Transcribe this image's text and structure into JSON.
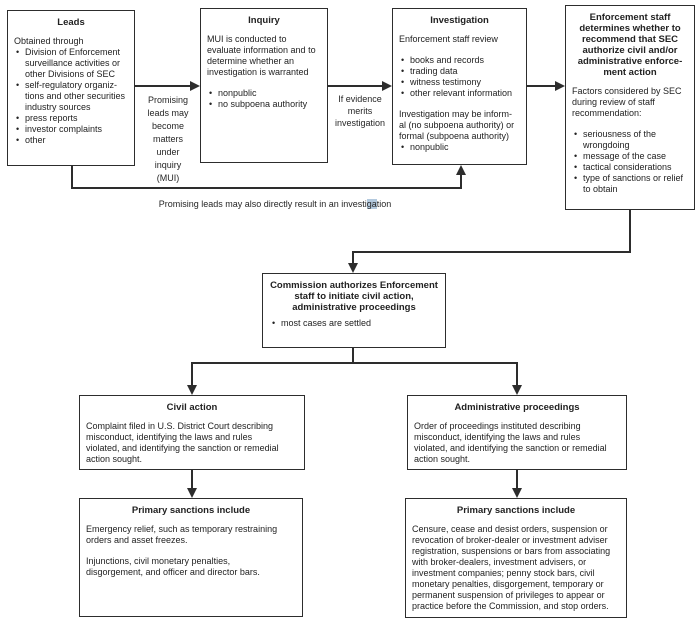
{
  "diagram": {
    "boxes": {
      "leads": {
        "title": "Leads",
        "intro": "Obtained through",
        "bullets": [
          "Division of Enforcement\nsurveillance activities or\nother Divisions of SEC",
          "self-regulatory organiz-\ntions and other securities\nindustry sources",
          "press reports",
          "investor complaints",
          "other"
        ]
      },
      "inquiry": {
        "title": "Inquiry",
        "body": "MUI is conducted to\nevaluate information and to\ndetermine whether an\ninvestigation is warranted",
        "bullets": [
          "nonpublic",
          "no subpoena authority"
        ]
      },
      "investigation": {
        "title": "Investigation",
        "body": "Enforcement staff review",
        "bullets": [
          "books and records",
          "trading data",
          "witness testimony",
          "other relevant information"
        ],
        "body2": "Investigation may be inform-\nal (no subpoena authority) or\nformal (subpoena authority)",
        "bullets2": [
          "nonpublic"
        ]
      },
      "enforcement": {
        "title": "Enforcement staff\ndetermines whether to\nrecommend that SEC\nauthorize civil and/or\nadministrative enforce-\nment action",
        "body": "Factors considered by SEC\nduring review of staff\nrecommendation:",
        "bullets": [
          "seriousness of the\nwrongdoing",
          "message of the case",
          "tactical considerations",
          "type of sanctions or relief\nto obtain"
        ]
      },
      "commission": {
        "title": "Commission authorizes Enforcement\nstaff to initiate civil action,\nadministrative proceedings",
        "bullets": [
          "most cases are settled"
        ]
      },
      "civil_action": {
        "title": "Civil action",
        "body": "Complaint filed in U.S. District Court describing\nmisconduct, identifying the laws and rules\nviolated, and identifying the sanction or remedial\naction sought."
      },
      "admin_proceedings": {
        "title": "Administrative proceedings",
        "body": "Order of proceedings instituted describing\nmisconduct, identifying the laws and rules\nviolated, and identifying the sanction or remedial\naction sought."
      },
      "civil_sanctions": {
        "title": "Primary sanctions include",
        "body": "Emergency relief, such as temporary restraining\norders and asset freezes.",
        "body2": "Injunctions, civil monetary penalties,\ndisgorgement, and officer and director bars."
      },
      "admin_sanctions": {
        "title": "Primary sanctions include",
        "body": "Censure, cease and desist orders, suspension or\nrevocation of broker-dealer or investment adviser\nregistration, suspensions or bars from associating\nwith broker-dealers, investment advisers, or\ninvestment companies; penny stock bars, civil\nmonetary penalties, disgorgement, temporary or\npermanent suspension of privileges to appear or\npractice before the Commission, and stop orders."
      }
    },
    "edge_labels": {
      "mui": "Promising\nleads may\nbecome\nmatters\nunder\ninquiry\n(MUI)",
      "evidence": "If evidence\nmerits\ninvestigation",
      "direct_before": "Promising leads may also directly result in an investi",
      "direct_selected": "ga",
      "direct_after": "tion"
    },
    "colors": {
      "line": "#2d2d2d",
      "text": "#222222",
      "background": "#ffffff",
      "selection_highlight": "#b3c9de"
    }
  }
}
